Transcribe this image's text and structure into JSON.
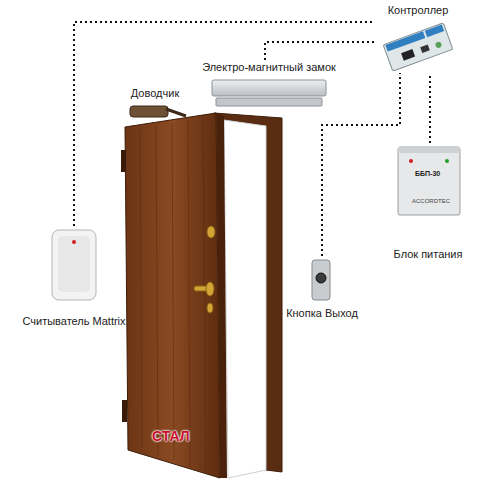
{
  "diagram": {
    "nodes": [
      {
        "text": [
          "Контроллер"
        ]
      },
      {
        "text": [
          "Электро-магнитный замок"
        ]
      },
      {
        "text": [
          "Доводчик"
        ]
      },
      {
        "text": [
          "Блок питания"
        ]
      },
      {
        "text": [
          "Кнопка Выход"
        ]
      },
      {
        "text": [
          "Считыватель Mattrix"
        ]
      }
    ],
    "edges": [
      {
        "from": 5,
        "to": 0,
        "arrow": "none"
      },
      {
        "from": 1,
        "to": 0,
        "arrow": "none"
      },
      {
        "from": 4,
        "to": 0,
        "arrow": "none"
      },
      {
        "from": 3,
        "to": 0,
        "arrow": "none"
      }
    ],
    "labels": [
      "ББП-30",
      "ACCORDTEC",
      "СТАЛ"
    ]
  }
}
